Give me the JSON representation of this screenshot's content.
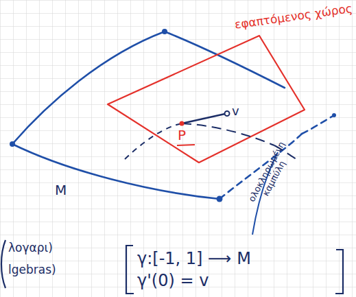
{
  "diagram": {
    "labels": [
      "εφαπτόμενος χώρος",
      "P",
      "v",
      "M",
      "ολοκληρωμένη καμπύλη",
      "λογαρι)",
      "lgebras)",
      "γ:[-1, 1] ⟶ M",
      "γ'(0) = v"
    ]
  }
}
